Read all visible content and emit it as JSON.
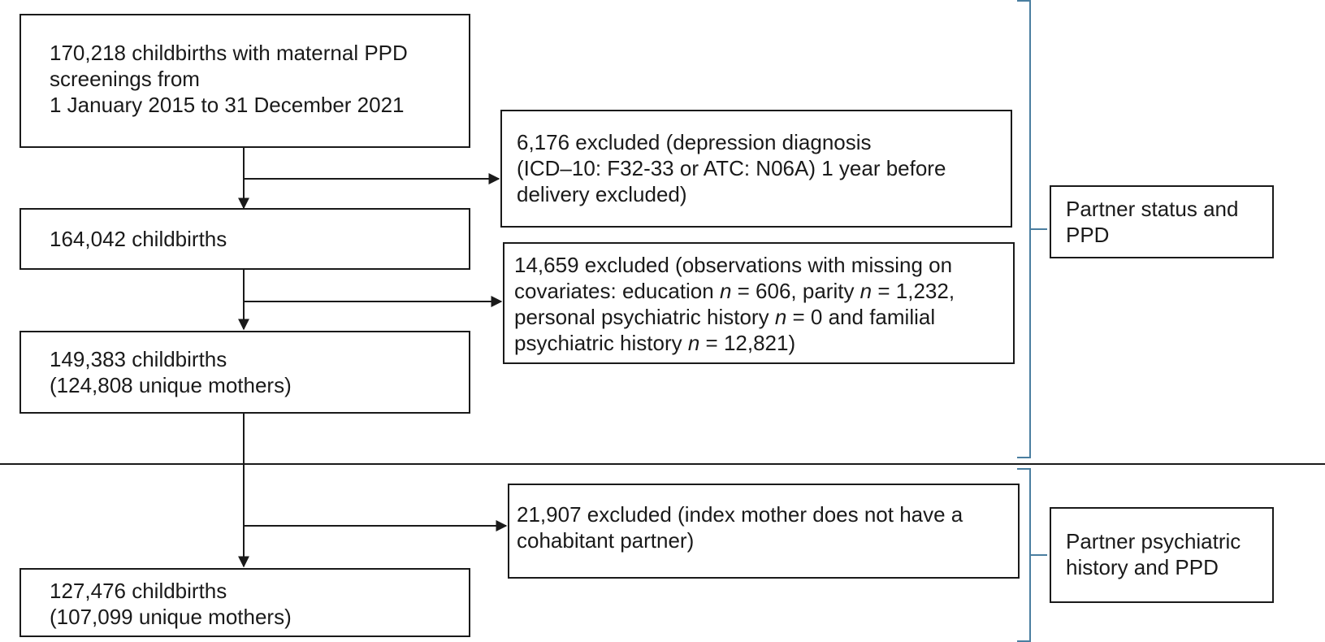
{
  "flow": {
    "main_boxes": [
      {
        "lines": [
          "170,218 childbirths with maternal PPD",
          "screenings from",
          "1 January 2015 to 31 December 2021"
        ]
      },
      {
        "lines": [
          "164,042 childbirths"
        ]
      },
      {
        "lines": [
          "149,383 childbirths",
          "(124,808 unique mothers)"
        ]
      },
      {
        "lines": [
          "127,476 childbirths",
          "(107,099 unique mothers)"
        ]
      }
    ],
    "exclusion_boxes": [
      {
        "lines": [
          "6,176 excluded (depression diagnosis",
          "(ICD–10: F32-33 or ATC: N06A) 1 year before",
          "delivery excluded)"
        ]
      },
      {
        "lines": [
          [
            {
              "t": "14,659 excluded (observations with missing on"
            }
          ],
          [
            {
              "t": "covariates: education "
            },
            {
              "t": "n",
              "i": true
            },
            {
              "t": " = 606, parity "
            },
            {
              "t": "n",
              "i": true
            },
            {
              "t": " = 1,232,"
            }
          ],
          [
            {
              "t": "personal psychiatric history "
            },
            {
              "t": "n",
              "i": true
            },
            {
              "t": " = 0 and familial"
            }
          ],
          [
            {
              "t": "psychiatric history "
            },
            {
              "t": "n",
              "i": true
            },
            {
              "t": " = 12,821)"
            }
          ]
        ]
      },
      {
        "lines": [
          "21,907 excluded (index mother does not have a",
          "cohabitant partner)"
        ]
      }
    ]
  },
  "analysis_groups": [
    {
      "lines": [
        "Partner status and",
        "PPD"
      ]
    },
    {
      "lines": [
        "Partner psychiatric",
        "history and PPD"
      ]
    }
  ],
  "colors": {
    "box_border": "#1a1a1a",
    "bracket": "#4a7ea0"
  }
}
